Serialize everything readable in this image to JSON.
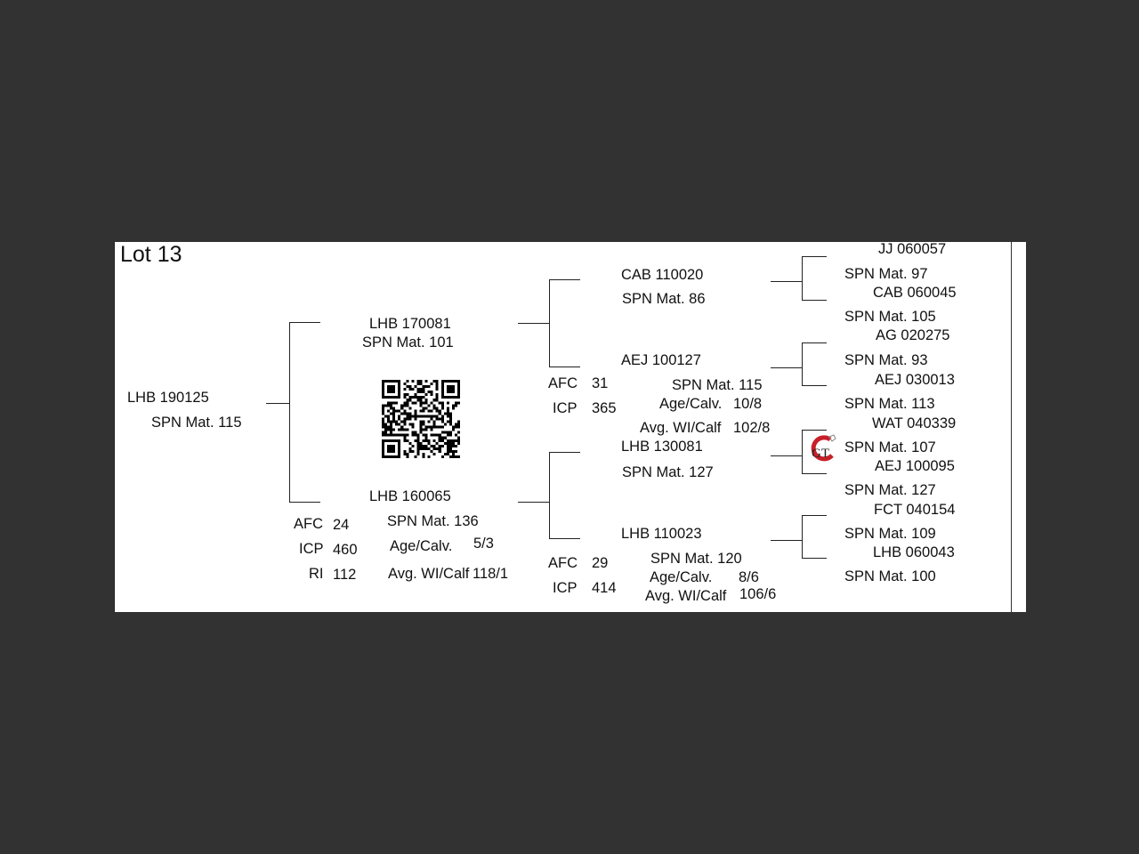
{
  "lot_title": "Lot 13",
  "subject": {
    "id": "LHB 190125",
    "spn": "SPN Mat. 115"
  },
  "sire": {
    "id": "LHB 170081",
    "spn": "SPN Mat. 101"
  },
  "dam": {
    "id": "LHB 160065",
    "spn": "SPN Mat. 136",
    "age_label": "Age/Calv.",
    "age_value": "5/3",
    "avg_label": "Avg. WI/Calf",
    "avg_value": "118/1",
    "afc_label": "AFC",
    "afc_value": "24",
    "icp_label": "ICP",
    "icp_value": "460",
    "ri_label": "RI",
    "ri_value": "112"
  },
  "sire_sire": {
    "id": "CAB 110020",
    "spn": "SPN Mat. 86"
  },
  "sire_dam": {
    "id": "AEJ 100127",
    "spn": "SPN Mat. 115",
    "afc_label": "AFC",
    "afc_value": "31",
    "icp_label": "ICP",
    "icp_value": "365",
    "age_label": "Age/Calv.",
    "age_value": "10/8",
    "avg_label": "Avg. WI/Calf",
    "avg_value": "102/8"
  },
  "dam_sire": {
    "id": "LHB 130081",
    "spn": "SPN Mat. 127"
  },
  "dam_dam": {
    "id": "LHB 110023",
    "spn": "SPN Mat. 120",
    "afc_label": "AFC",
    "afc_value": "29",
    "icp_label": "ICP",
    "icp_value": "414",
    "age_label": "Age/Calv.",
    "age_value": "8/6",
    "avg_label": "Avg. WI/Calf",
    "avg_value": "106/6"
  },
  "gen3": [
    {
      "id": "JJ  060057",
      "spn": "SPN Mat. 97"
    },
    {
      "id": "CAB 060045",
      "spn": "SPN Mat. 105"
    },
    {
      "id": "AG  020275",
      "spn": "SPN Mat. 93"
    },
    {
      "id": "AEJ 030013",
      "spn": "SPN Mat. 113"
    },
    {
      "id": "WAT 040339",
      "spn": "SPN Mat. 107"
    },
    {
      "id": "AEJ 100095",
      "spn": "SPN Mat. 127"
    },
    {
      "id": "FCT 040154",
      "spn": "SPN Mat. 109"
    },
    {
      "id": "LHB 060043",
      "spn": "SPN Mat. 100"
    }
  ],
  "logo_text": "GT"
}
